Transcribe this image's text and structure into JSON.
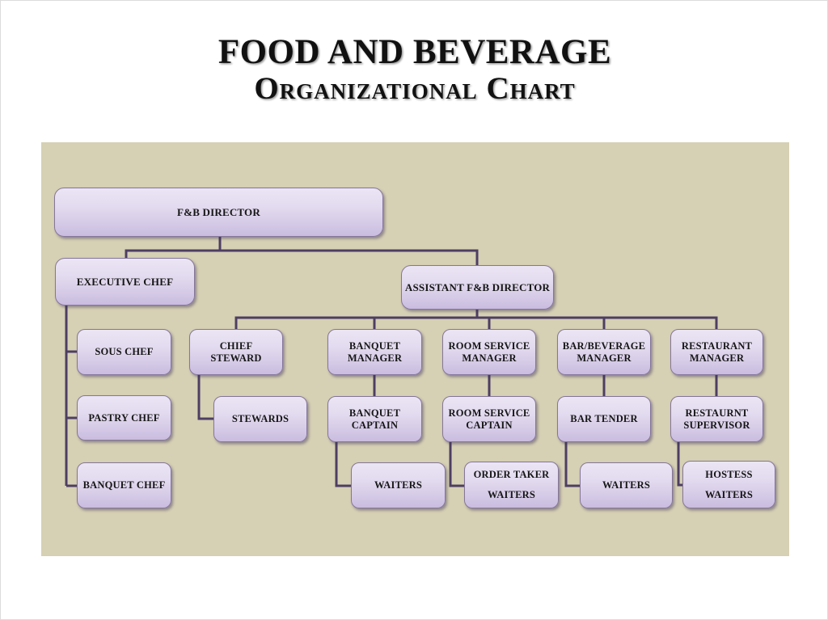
{
  "title": {
    "line1": "FOOD AND BEVERAGE",
    "line2": "Organizational Chart"
  },
  "palette": {
    "slide_bg": "#ffffff",
    "panel_bg": "#d6d0b4",
    "box_fill_top": "#ebe5f5",
    "box_fill_bottom": "#c9bcdf",
    "box_border": "#84769a",
    "connector": "#4e3e63",
    "title_color": "#111111"
  },
  "org": {
    "nodes": {
      "fb_director": {
        "label": "F&B DIRECTOR",
        "reports_to": null
      },
      "executive_chef": {
        "label": "EXECUTIVE CHEF",
        "reports_to": "fb_director"
      },
      "assistant_fb_director": {
        "label": "ASSISTANT F&B DIRECTOR",
        "reports_to": "fb_director"
      },
      "sous_chef": {
        "label": "SOUS CHEF",
        "reports_to": "executive_chef"
      },
      "pastry_chef": {
        "label": "PASTRY CHEF",
        "reports_to": "executive_chef"
      },
      "banquet_chef": {
        "label": "BANQUET CHEF",
        "reports_to": "executive_chef"
      },
      "chief_steward": {
        "label": "CHIEF STEWARD",
        "reports_to": "assistant_fb_director"
      },
      "stewards": {
        "label": "STEWARDS",
        "reports_to": "chief_steward"
      },
      "banquet_manager": {
        "label": "BANQUET MANAGER",
        "reports_to": "assistant_fb_director"
      },
      "banquet_captain": {
        "label": "BANQUET CAPTAIN",
        "reports_to": "banquet_manager"
      },
      "banquet_waiters": {
        "label": "WAITERS",
        "reports_to": "banquet_captain"
      },
      "room_service_manager": {
        "label": "ROOM SERVICE MANAGER",
        "reports_to": "assistant_fb_director"
      },
      "room_service_captain": {
        "label": "ROOM SERVICE CAPTAIN",
        "reports_to": "room_service_manager"
      },
      "order_taker_waiters": {
        "label": "ORDER TAKER WAITERS",
        "reports_to": "room_service_captain"
      },
      "bar_beverage_manager": {
        "label": "BAR/BEVERAGE MANAGER",
        "reports_to": "assistant_fb_director"
      },
      "bar_tender": {
        "label": "BAR TENDER",
        "reports_to": "bar_beverage_manager"
      },
      "bar_waiters": {
        "label": "WAITERS",
        "reports_to": "bar_tender"
      },
      "restaurant_manager": {
        "label": "RESTAURANT MANAGER",
        "reports_to": "assistant_fb_director"
      },
      "restaurnt_supervisor": {
        "label": "RESTAURNT SUPERVISOR",
        "reports_to": "restaurant_manager"
      },
      "hostess_waiters": {
        "label": "HOSTESS WAITERS",
        "reports_to": "restaurnt_supervisor"
      }
    }
  }
}
